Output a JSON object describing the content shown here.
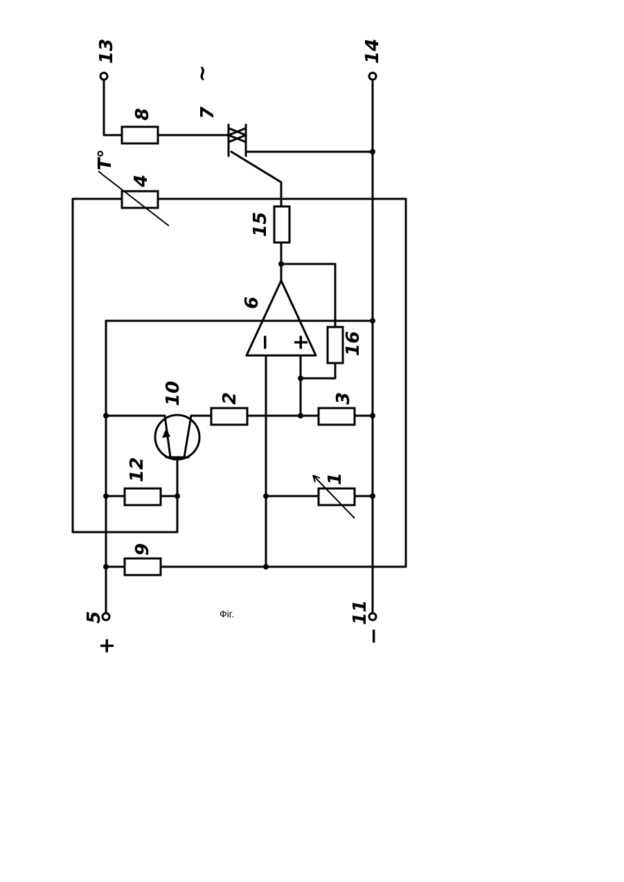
{
  "labels": {
    "r1": "1",
    "r2": "2",
    "r3": "3",
    "r4": "4",
    "t5": "5",
    "a6": "6",
    "s7": "7",
    "r8": "8",
    "r9": "9",
    "q10": "10",
    "t11": "11",
    "r12": "12",
    "t13": "13",
    "t14": "14",
    "r15": "15",
    "r16": "16"
  },
  "signs": {
    "plus_supply": "+",
    "minus_supply": "−",
    "opamp_minus": "−",
    "opamp_plus": "+",
    "ac": "~",
    "temp": "T°"
  },
  "caption": "Фіг."
}
